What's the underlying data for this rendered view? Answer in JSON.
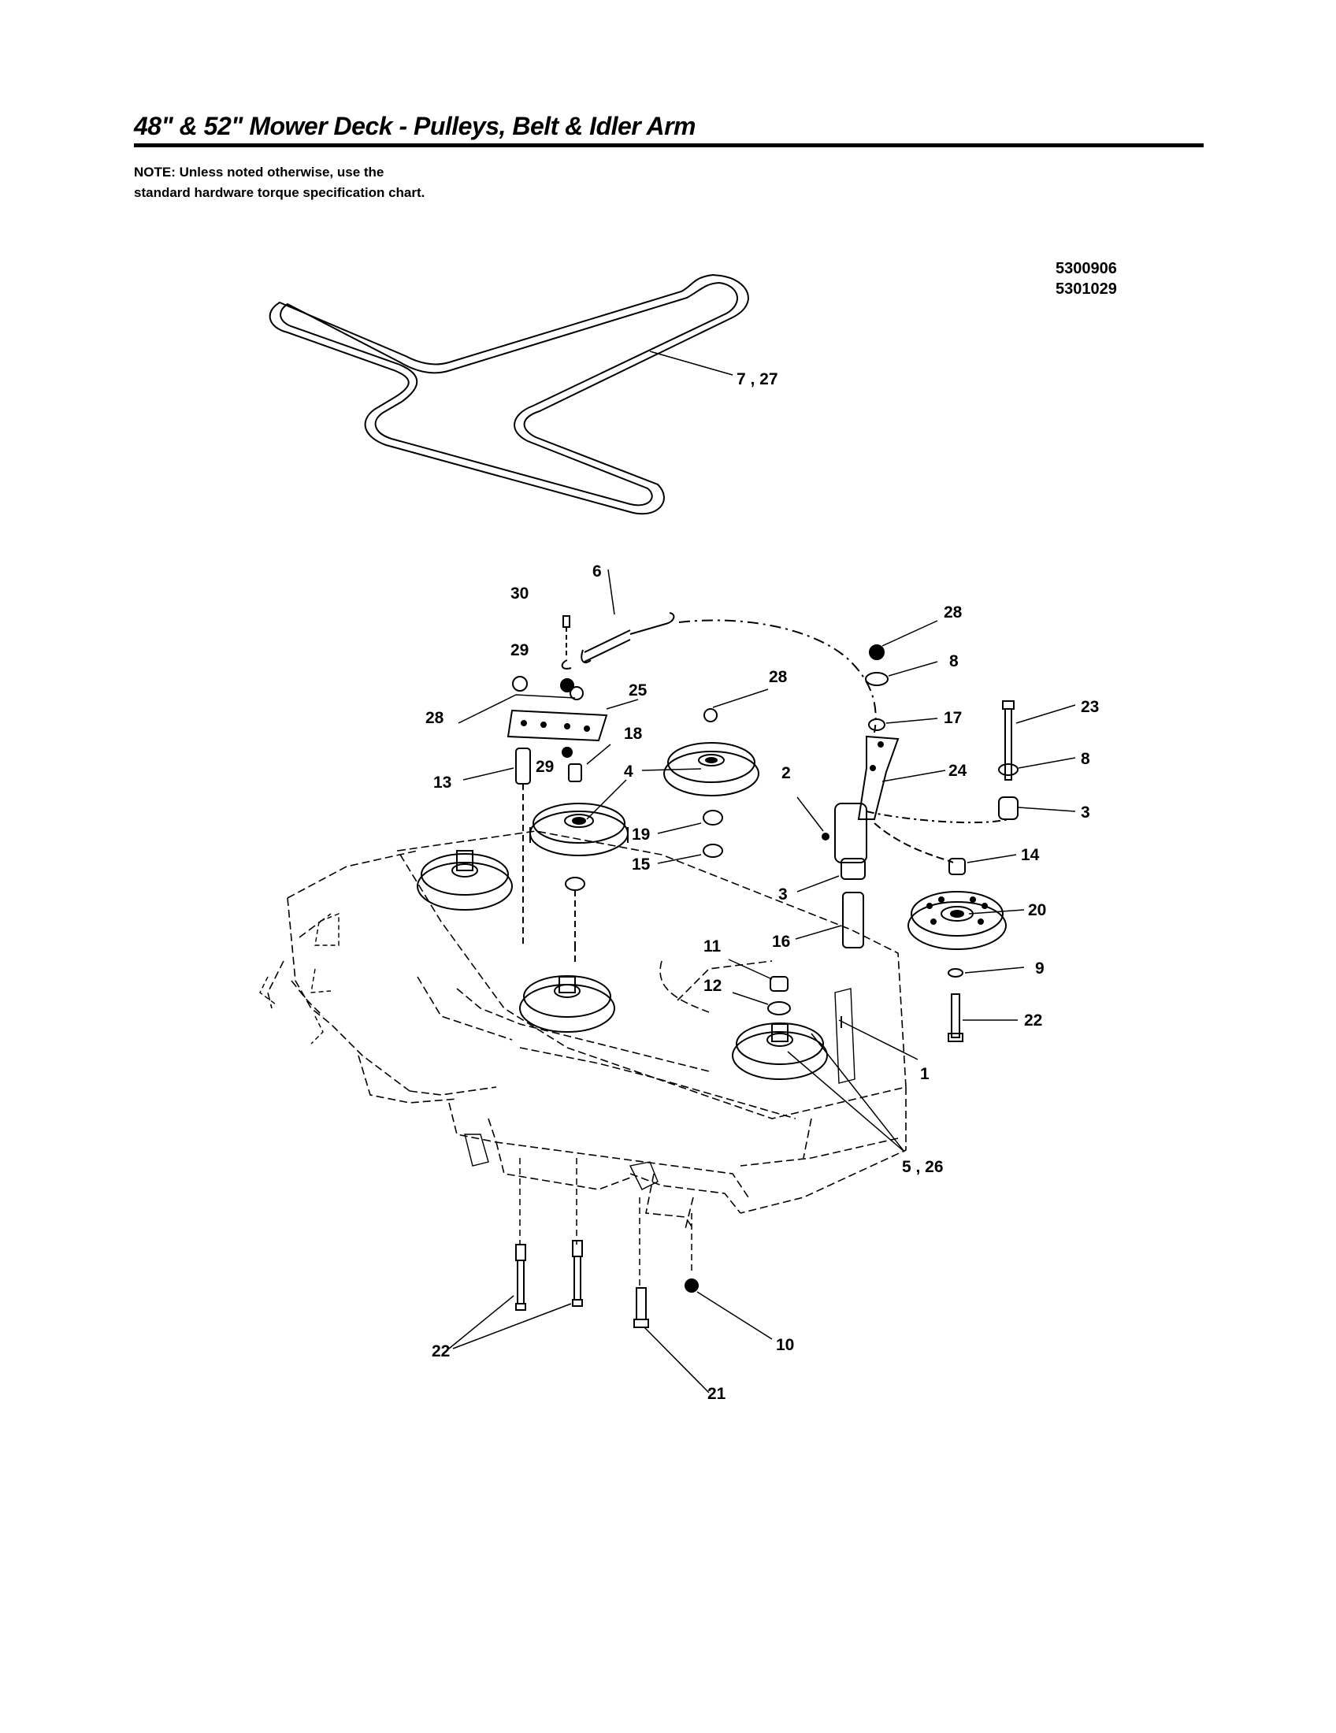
{
  "page": {
    "title": "48\" & 52\" Mower Deck - Pulleys, Belt & Idler Arm",
    "note": "NOTE: Unless noted otherwise, use the standard hardware torque specification chart.",
    "part_numbers": [
      "5300906",
      "5301029"
    ]
  },
  "callouts": {
    "c7_27": "7 , 27",
    "c6": "6",
    "c30": "30",
    "c29a": "29",
    "c28a": "28",
    "c25": "25",
    "c28b": "28",
    "c28c": "28",
    "c8a": "8",
    "c17": "17",
    "c23": "23",
    "c18": "18",
    "c13": "13",
    "c29b": "29",
    "c4": "4",
    "c2": "2",
    "c24": "24",
    "c8b": "8",
    "c3a": "3",
    "c19": "19",
    "c14": "14",
    "c15": "15",
    "c3b": "3",
    "c20": "20",
    "c16": "16",
    "c11": "11",
    "c9": "9",
    "c12": "12",
    "c22a": "22",
    "c1": "1",
    "c5_26": "5 , 26",
    "c10": "10",
    "c22b": "22",
    "c21": "21"
  }
}
